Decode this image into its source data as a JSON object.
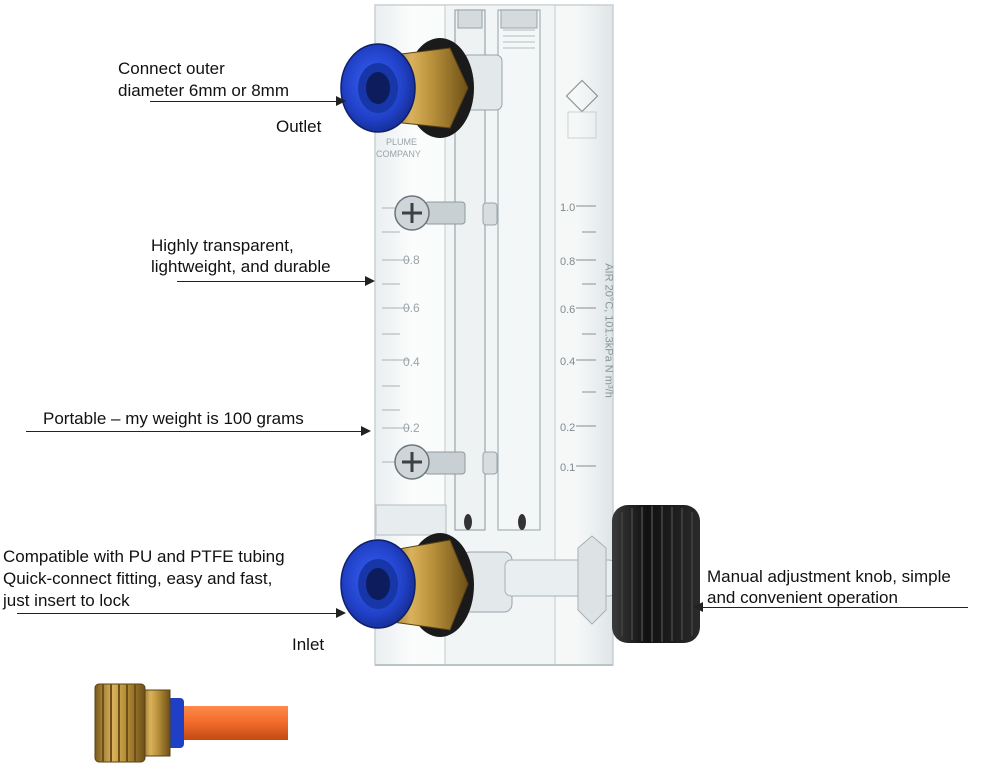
{
  "callouts": {
    "outlet_desc_line1": "Connect outer",
    "outlet_desc_line2": "diameter 6mm or 8mm",
    "outlet_label": "Outlet",
    "transparent_line1": "Highly transparent,",
    "transparent_line2": "lightweight, and durable",
    "portable": "Portable – my weight is 100 grams",
    "inlet_desc_line1": "Compatible with PU and PTFE tubing",
    "inlet_desc_line2": "Quick-connect fitting, easy and fast,",
    "inlet_desc_line3": "just insert to lock",
    "inlet_label": "Inlet",
    "knob_line1": "Manual adjustment knob, simple",
    "knob_line2": "and convenient operation"
  },
  "meter": {
    "left_scale": [
      "0.8",
      "0.6",
      "0.4",
      "0.2"
    ],
    "right_scale": [
      "1.0",
      "0.8",
      "0.6",
      "0.4",
      "0.2",
      "0.1"
    ],
    "vertical_label": "AIR 20°C, 101.3kPa  N m³/h",
    "brand_top": "PLUME",
    "brand_bottom": "COMPANY"
  },
  "colors": {
    "fitting_blue": "#1f3fc4",
    "brass": "#b8903a",
    "tube_orange": "#f06a2a",
    "knob_black": "#1a1a1a"
  }
}
